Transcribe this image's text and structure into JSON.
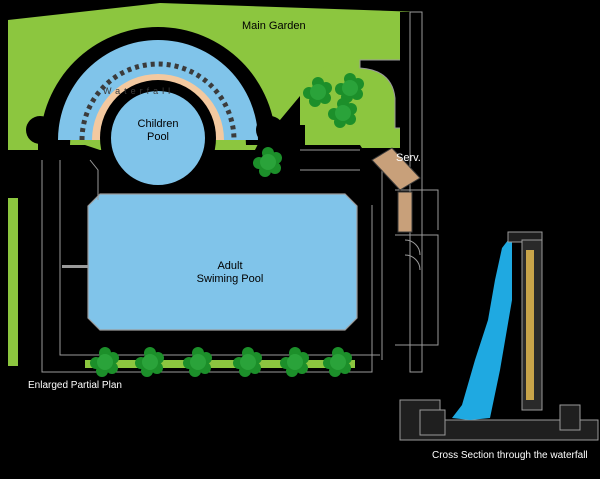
{
  "labels": {
    "main_garden": "Main Garden",
    "waterfall_curve": "Waterfall",
    "children_pool_line1": "Children",
    "children_pool_line2": "Pool",
    "serv": "Serv.",
    "adult_pool_line1": "Adult",
    "adult_pool_line2": "Swiming Pool",
    "enlarged_plan": "Enlarged Partial Plan",
    "cross_section": "Cross Section through the waterfall"
  },
  "colors": {
    "background": "#000000",
    "lawn": "#8cc63f",
    "pool_water": "#80c4ea",
    "waterfall_water": "#1fa9e1",
    "tree": "#1c8f2a",
    "paving": "#f3c9a0",
    "planter": "#c8a07a",
    "wall_line": "#9a9a9a",
    "stone": "#3b3b3b",
    "brass": "#c8a44a"
  },
  "icons": {
    "tree": "tree-icon"
  }
}
